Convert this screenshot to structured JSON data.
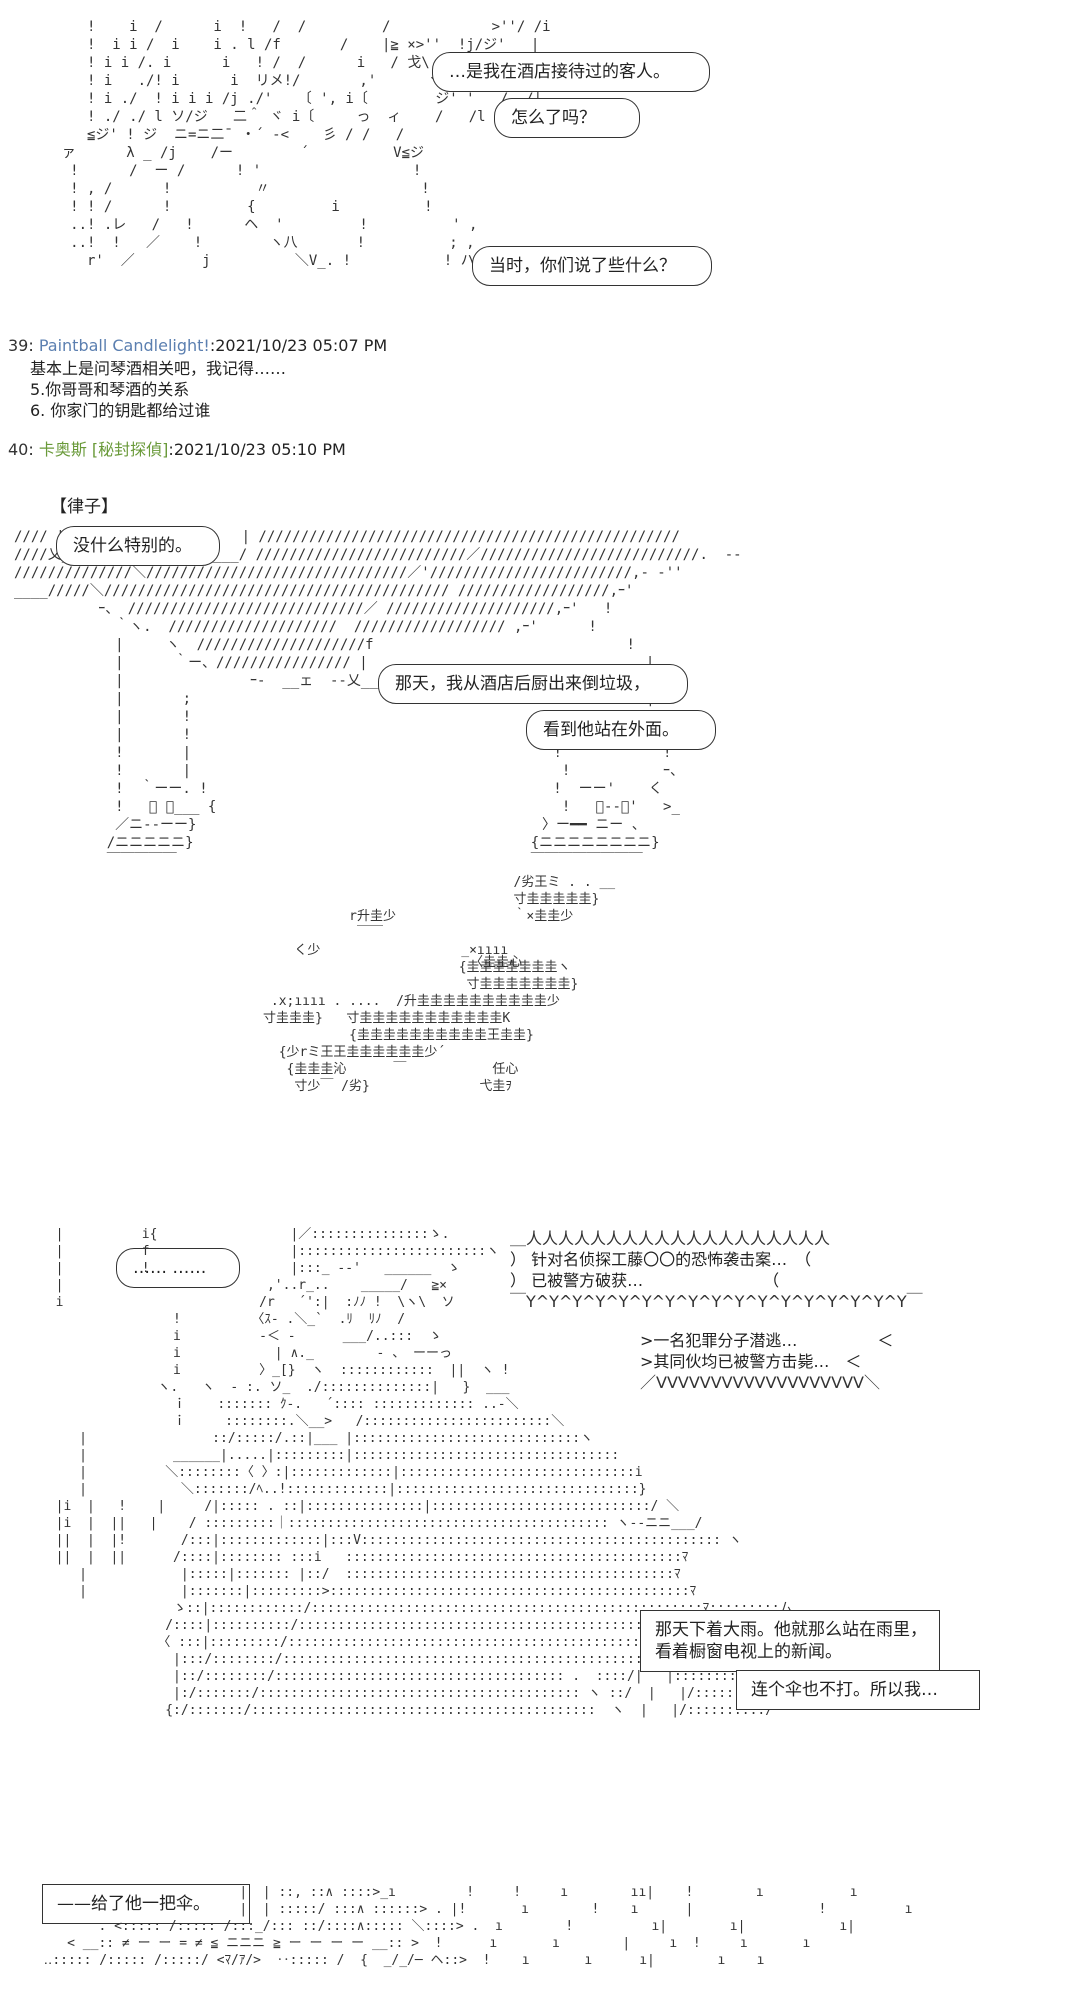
{
  "panel1": {
    "bubble_a": "…是我在酒店接待过的客人。",
    "bubble_b": "怎么了吗？",
    "bubble_c": "当时，你们说了些什么？"
  },
  "post39": {
    "number": "39",
    "name": "Paintball Candlelight!",
    "datetime": "2021/10/23 05:07 PM",
    "lines": [
      "基本上是问琴酒相关吧，我记得……",
      "5.你哥哥和琴酒的关系",
      "6. 你家门的钥匙都给过谁"
    ]
  },
  "post40": {
    "number": "40",
    "name": "卡奥斯 [秘封探偵]",
    "datetime": "2021/10/23 05:10 PM"
  },
  "panel2": {
    "speaker": "【律子】",
    "bubble_a": "没什么特别的。",
    "bubble_b": "那天，我从酒店后厨出来倒垃圾，",
    "bubble_c": "看到他站在外面。"
  },
  "panel3": {
    "thought": "…… ……",
    "news_line1": "针对名侦探工藤〇〇的恐怖袭击案…",
    "news_line2": "已被警方破获…",
    "news_line3": ">一名犯罪分子潜逃…",
    "news_line4": ">其同伙均已被警方击毙…",
    "box_a_line1": "那天下着大雨。他就那么站在雨里，",
    "box_a_line2": "看着橱窗电视上的新闻。",
    "box_b": "连个伞也不打。所以我…",
    "box_c": "——给了他一把伞。"
  }
}
